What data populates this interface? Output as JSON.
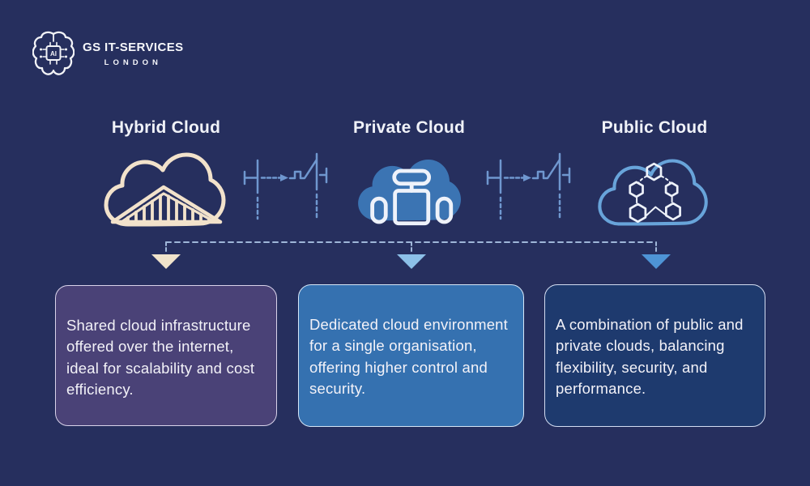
{
  "brand": {
    "name": "GS IT-SERVICES",
    "location": "LONDON",
    "logo_icon": "ai-brain-icon"
  },
  "columns": [
    {
      "title": "Hybrid Cloud",
      "icon": "hybrid-cloud-bridge-icon",
      "description": "Shared cloud infrastructure offered over the internet, ideal for scalability and cost efficiency."
    },
    {
      "title": "Private Cloud",
      "icon": "private-cloud-server-icon",
      "description": "Dedicated cloud environment for a single organisation, offering higher control and security."
    },
    {
      "title": "Public Cloud",
      "icon": "public-cloud-network-icon",
      "description": "A combination of public and private clouds, balancing flexibility, security, and performance."
    }
  ],
  "colors": {
    "background": "#262f5e",
    "hybrid_accent": "#f2e2cb",
    "private_accent": "#3b74b3",
    "public_accent": "#68a4da",
    "inner_glyph": "#eef2fa",
    "hybrid_arrow": "#f0e3cb",
    "private_arrow": "#8cc0e8",
    "public_arrow": "#4e94d6",
    "hybrid_card_bg": "#4a4277",
    "private_card_bg": "#3571b0",
    "public_card_bg": "#1e3a6e",
    "connector_line": "#6f97cf",
    "flow_line": "#9fb6d9"
  }
}
